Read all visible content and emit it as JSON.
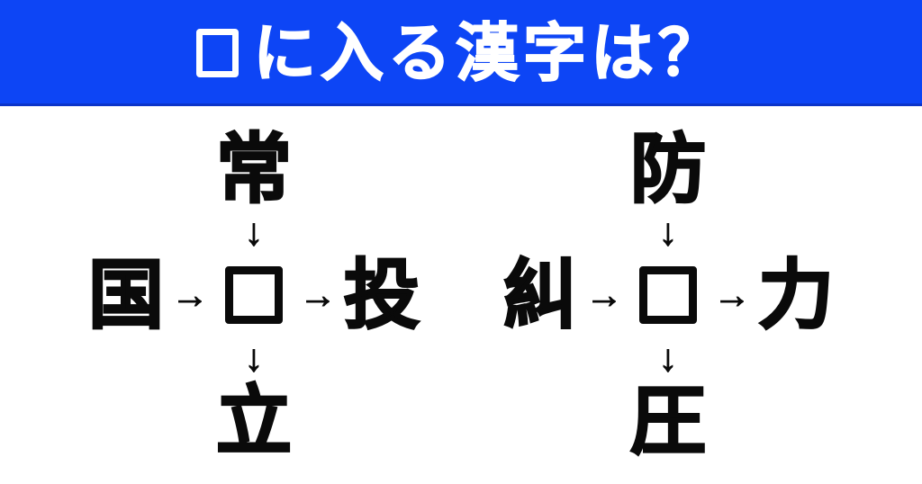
{
  "header": {
    "title_full": "□に入る漢字は？",
    "box_symbol": "□",
    "title_text": "に入る漢字は？",
    "background_color": "#0d45f5",
    "text_color": "#ffffff"
  },
  "arrows": {
    "down": "↓",
    "right": "→"
  },
  "puzzles": [
    {
      "position": "left",
      "top": "常",
      "left": "国",
      "center": "□",
      "right": "投",
      "bottom": "立"
    },
    {
      "position": "right",
      "top": "防",
      "left": "糾",
      "center": "□",
      "right": "力",
      "bottom": "圧"
    }
  ],
  "colors": {
    "banner_blue": "#0d45f5",
    "ink": "#0a0a0a",
    "background": "#ffffff"
  }
}
